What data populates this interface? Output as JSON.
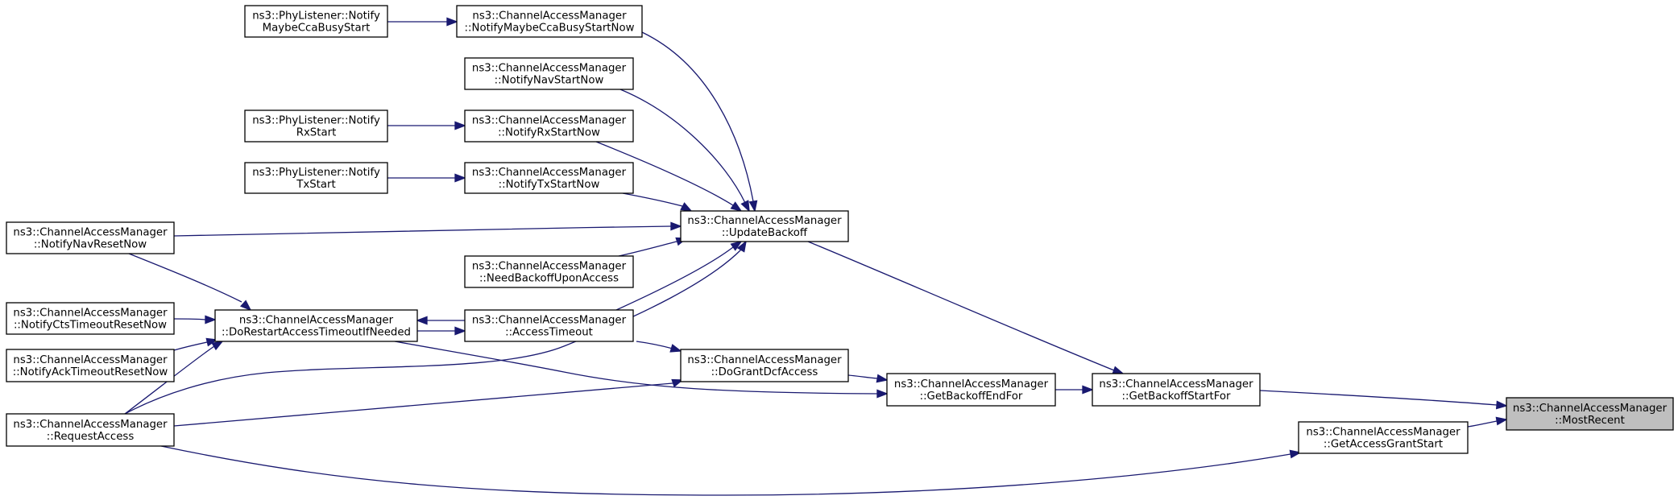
{
  "graph": {
    "nodes": [
      {
        "id": "mostrecent",
        "l1": "ns3::ChannelAccessManager",
        "l2": "::MostRecent"
      },
      {
        "id": "getbackoffstartfor",
        "l1": "ns3::ChannelAccessManager",
        "l2": "::GetBackoffStartFor"
      },
      {
        "id": "getaccessgrantstart",
        "l1": "ns3::ChannelAccessManager",
        "l2": "::GetAccessGrantStart"
      },
      {
        "id": "updatebackoff",
        "l1": "ns3::ChannelAccessManager",
        "l2": "::UpdateBackoff"
      },
      {
        "id": "getbackoffendfor",
        "l1": "ns3::ChannelAccessManager",
        "l2": "::GetBackoffEndFor"
      },
      {
        "id": "dograntdcfaccess",
        "l1": "ns3::ChannelAccessManager",
        "l2": "::DoGrantDcfAccess"
      },
      {
        "id": "accesstimeout",
        "l1": "ns3::ChannelAccessManager",
        "l2": "::AccessTimeout"
      },
      {
        "id": "dorestart",
        "l1": "ns3::ChannelAccessManager",
        "l2": "::DoRestartAccessTimeoutIfNeeded"
      },
      {
        "id": "requestaccess",
        "l1": "ns3::ChannelAccessManager",
        "l2": "::RequestAccess"
      },
      {
        "id": "notifynavresetnow",
        "l1": "ns3::ChannelAccessManager",
        "l2": "::NotifyNavResetNow"
      },
      {
        "id": "notifyctstimeoutresetnow",
        "l1": "ns3::ChannelAccessManager",
        "l2": "::NotifyCtsTimeoutResetNow"
      },
      {
        "id": "notifyacktimeoutresetnow",
        "l1": "ns3::ChannelAccessManager",
        "l2": "::NotifyAckTimeoutResetNow"
      },
      {
        "id": "notifymaybeccabusystartnow",
        "l1": "ns3::ChannelAccessManager",
        "l2": "::NotifyMaybeCcaBusyStartNow"
      },
      {
        "id": "notifynavstartnow",
        "l1": "ns3::ChannelAccessManager",
        "l2": "::NotifyNavStartNow"
      },
      {
        "id": "notifyrxstartnow",
        "l1": "ns3::ChannelAccessManager",
        "l2": "::NotifyRxStartNow"
      },
      {
        "id": "notifytxstartnow",
        "l1": "ns3::ChannelAccessManager",
        "l2": "::NotifyTxStartNow"
      },
      {
        "id": "needbackoffuponaccess",
        "l1": "ns3::ChannelAccessManager",
        "l2": "::NeedBackoffUponAccess"
      },
      {
        "id": "phymaybeccabusystart",
        "l1": "ns3::PhyListener::Notify",
        "l2": "MaybeCcaBusyStart"
      },
      {
        "id": "phyrxstart",
        "l1": "ns3::PhyListener::Notify",
        "l2": "RxStart"
      },
      {
        "id": "phytxstart",
        "l1": "ns3::PhyListener::Notify",
        "l2": "TxStart"
      }
    ],
    "edges": [
      {
        "from": "getbackoffstartfor",
        "to": "mostrecent"
      },
      {
        "from": "getaccessgrantstart",
        "to": "mostrecent"
      },
      {
        "from": "updatebackoff",
        "to": "getbackoffstartfor"
      },
      {
        "from": "getbackoffendfor",
        "to": "getbackoffstartfor"
      },
      {
        "from": "requestaccess",
        "to": "getaccessgrantstart"
      },
      {
        "from": "notifymaybeccabusystartnow",
        "to": "updatebackoff"
      },
      {
        "from": "notifynavstartnow",
        "to": "updatebackoff"
      },
      {
        "from": "notifyrxstartnow",
        "to": "updatebackoff"
      },
      {
        "from": "notifytxstartnow",
        "to": "updatebackoff"
      },
      {
        "from": "notifynavresetnow",
        "to": "updatebackoff"
      },
      {
        "from": "needbackoffuponaccess",
        "to": "updatebackoff"
      },
      {
        "from": "accesstimeout",
        "to": "updatebackoff"
      },
      {
        "from": "requestaccess",
        "to": "updatebackoff"
      },
      {
        "from": "dograntdcfaccess",
        "to": "getbackoffendfor"
      },
      {
        "from": "dorestart",
        "to": "getbackoffendfor"
      },
      {
        "from": "accesstimeout",
        "to": "dograntdcfaccess"
      },
      {
        "from": "requestaccess",
        "to": "dograntdcfaccess"
      },
      {
        "from": "dorestart",
        "to": "accesstimeout"
      },
      {
        "from": "accesstimeout",
        "to": "dorestart"
      },
      {
        "from": "notifynavresetnow",
        "to": "dorestart"
      },
      {
        "from": "notifyctstimeoutresetnow",
        "to": "dorestart"
      },
      {
        "from": "notifyacktimeoutresetnow",
        "to": "dorestart"
      },
      {
        "from": "requestaccess",
        "to": "dorestart"
      },
      {
        "from": "phymaybeccabusystart",
        "to": "notifymaybeccabusystartnow"
      },
      {
        "from": "phyrxstart",
        "to": "notifyrxstartnow"
      },
      {
        "from": "phytxstart",
        "to": "notifytxstartnow"
      }
    ]
  }
}
